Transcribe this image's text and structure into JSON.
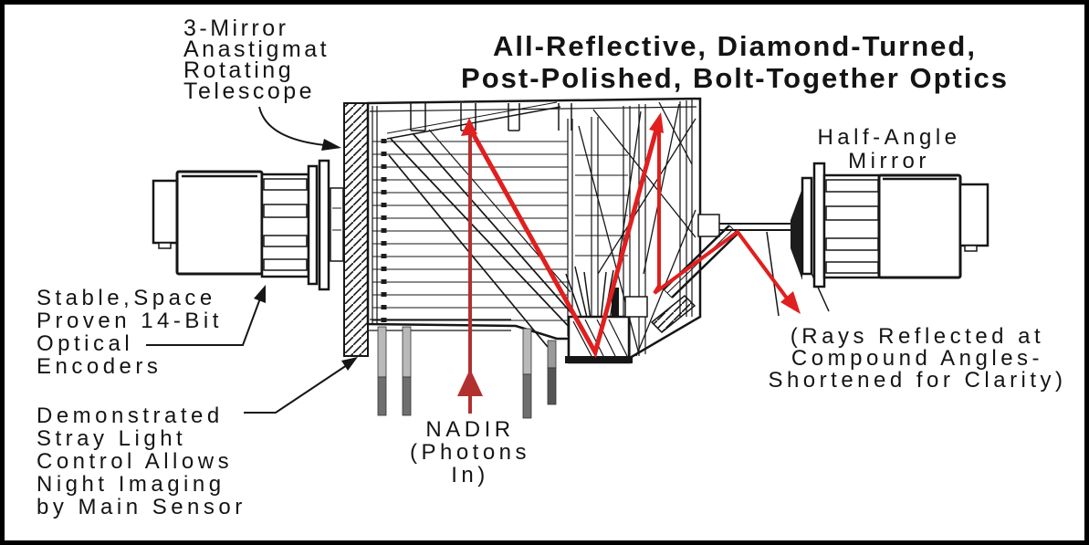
{
  "diagram": {
    "title": {
      "line1": "All-Reflective, Diamond-Turned,",
      "line2": "Post-Polished, Bolt-Together Optics"
    },
    "labels": {
      "telescope": {
        "line1": "3-Mirror",
        "line2": "Anastigmat",
        "line3": "Rotating",
        "line4": "Telescope"
      },
      "half_angle_mirror": {
        "line1": "Half-Angle",
        "line2": "Mirror"
      },
      "encoders": {
        "line1": "Stable,Space",
        "line2": "Proven 14-Bit",
        "line3": "Optical",
        "line4": "Encoders"
      },
      "stray_light": {
        "line1": "Demonstrated",
        "line2": "Stray Light",
        "line3": "Control Allows",
        "line4": "Night Imaging",
        "line5": "by Main Sensor"
      },
      "nadir": {
        "line1": "NADIR",
        "line2": "(Photons",
        "line3": "In)"
      },
      "rays_note": {
        "line1": "(Rays Reflected at",
        "line2": "Compound Angles-",
        "line3": "Shortened for Clarity)"
      }
    },
    "colors": {
      "ray_red": "#e01f1f",
      "nadir_red": "#b23030",
      "line_black": "#161616",
      "leg_light": "#b9b9b9",
      "leg_dark": "#6f6f6f",
      "paper": "#ffffff"
    }
  }
}
